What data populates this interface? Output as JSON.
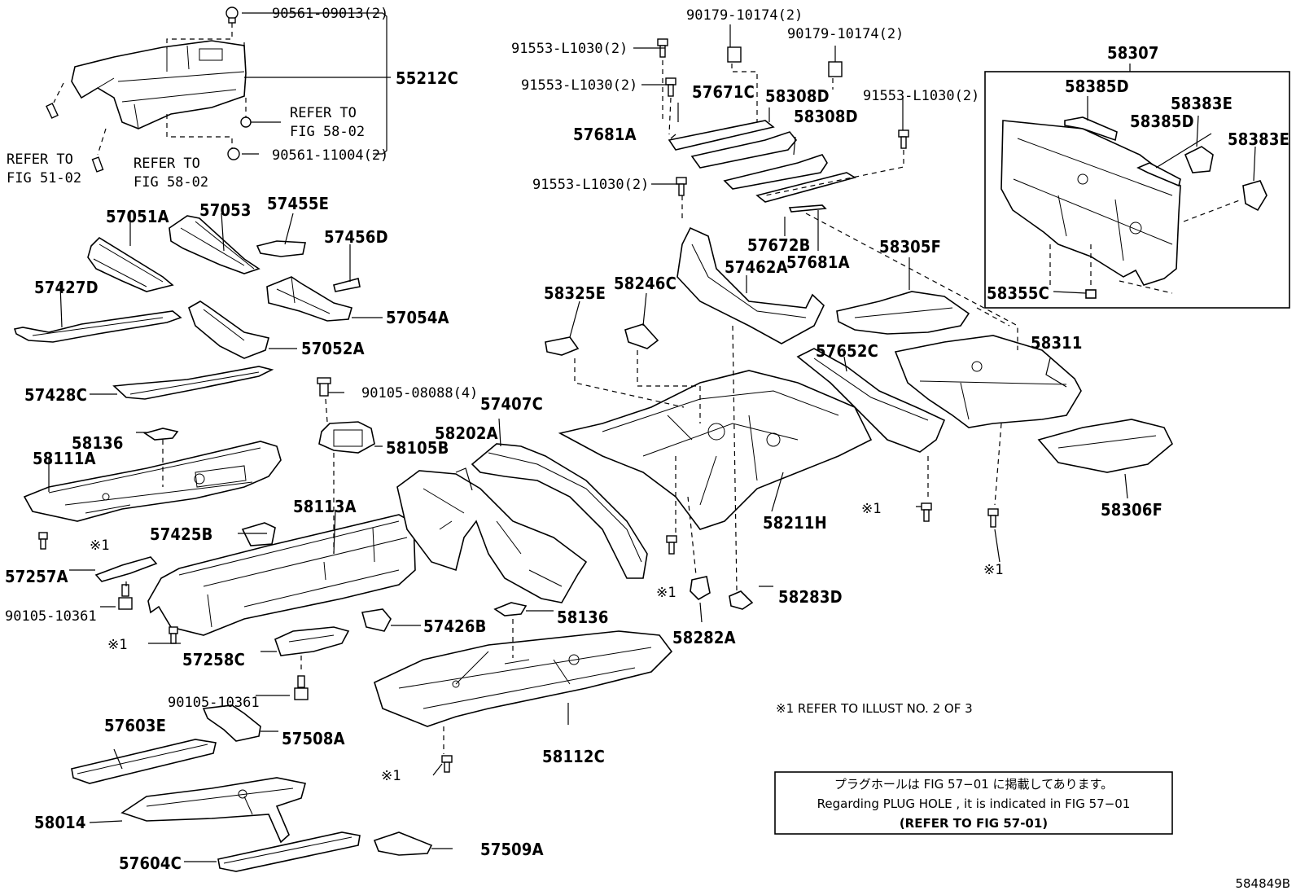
{
  "labels": {
    "p55212C": "55212C",
    "f9056109013": "90561-09013(2)",
    "f9056111004": "90561-11004(2)",
    "ref5802a1": "REFER TO",
    "ref5802a2": "FIG 58-02",
    "ref5102a": "REFER TO",
    "ref5102b": "FIG 51-02",
    "ref5802b1": "REFER TO",
    "ref5802b2": "FIG 58-02",
    "p57051A": "57051A",
    "p57053": "57053",
    "p57455E": "57455E",
    "p57456D": "57456D",
    "p57427D": "57427D",
    "p57054A": "57054A",
    "p57052A": "57052A",
    "p57428C": "57428C",
    "f9010508088": "90105-08088(4)",
    "p58136a": "58136",
    "p58111A": "58111A",
    "p58105B": "58105B",
    "p58113A": "58113A",
    "p57425B": "57425B",
    "mk1a": "※1",
    "p57257A": "57257A",
    "f9010510361a": "90105-10361",
    "mk1b": "※1",
    "p57258C": "57258C",
    "f9010510361b": "90105-10361",
    "p57603E": "57603E",
    "p57508A": "57508A",
    "p58014": "58014",
    "p57604C": "57604C",
    "p57509A": "57509A",
    "p58202A": "58202A",
    "p57407C": "57407C",
    "p57426B": "57426B",
    "p58136b": "58136",
    "p58112C": "58112C",
    "mk1c": "※1",
    "f90179a": "90179-10174(2)",
    "f90179b": "90179-10174(2)",
    "f91553a": "91553-L1030(2)",
    "f91553b": "91553-L1030(2)",
    "f91553c": "91553-L1030(2)",
    "f91553d": "91553-L1030(2)",
    "p57671C": "57671C",
    "p58308Da": "58308D",
    "p58308Db": "58308D",
    "p57681Aa": "57681A",
    "p57672B": "57672B",
    "p57681Ab": "57681A",
    "p57462A": "57462A",
    "p58325E": "58325E",
    "p58246C": "58246C",
    "p58211H": "58211H",
    "mk1d": "※1",
    "p58282A": "58282A",
    "p58283D": "58283D",
    "p58307": "58307",
    "p58385Da": "58385D",
    "p58383Ea": "58383E",
    "p58385Db": "58385D",
    "p58383Eb": "58383E",
    "p58355C": "58355C",
    "p58305F": "58305F",
    "p57652C": "57652C",
    "p58311": "58311",
    "mk1e": "※1",
    "mk1f": "※1",
    "p58306F": "58306F",
    "refnote": "※1 REFER TO ILLUST NO. 2 OF 3",
    "fig": "584849B"
  },
  "notice": {
    "line1": "プラグホールは FIG 57−01 に掲載してあります。",
    "line2": "Regarding  PLUG  HOLE , it is indicated in  FIG  57−01",
    "line3": "(REFER  TO  FIG  57-01)"
  }
}
